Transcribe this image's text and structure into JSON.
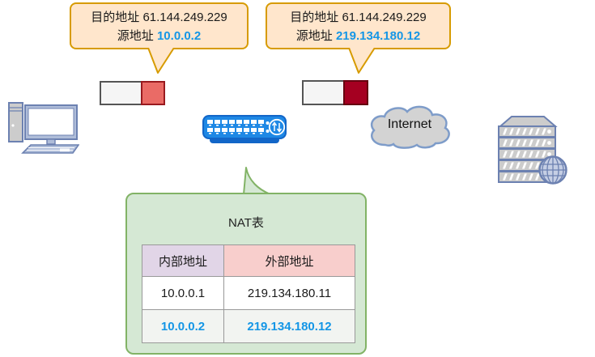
{
  "callouts": {
    "left": {
      "line1": "目的地址 61.144.249.229",
      "line2_label": "源地址 ",
      "line2_value": "10.0.0.2"
    },
    "right": {
      "line1": "目的地址 61.144.249.229",
      "line2_label": "源地址 ",
      "line2_value": "219.134.180.12"
    }
  },
  "internet": {
    "label": "Internet"
  },
  "nat_table": {
    "title": "NAT表",
    "headers": {
      "internal": "内部地址",
      "external": "外部地址"
    },
    "rows": [
      {
        "internal": "10.0.0.1",
        "external": "219.134.180.11",
        "highlight": false
      },
      {
        "internal": "10.0.0.2",
        "external": "219.134.180.12",
        "highlight": true
      }
    ]
  },
  "icons": {
    "desktop": "desktop-computer-icon",
    "router": "router-switch-icon",
    "cloud": "internet-cloud-icon",
    "server": "web-server-rack-icon",
    "globe": "globe-icon",
    "nat_arrows": "bidirectional-arrows-icon"
  },
  "colors": {
    "callout_fill": "#FFE6CC",
    "callout_border": "#D79B00",
    "panel_fill": "#D5E8D4",
    "panel_border": "#82B366",
    "header_internal_bg": "#E1D5E7",
    "header_external_bg": "#F8CECC",
    "packet_header_fill": "#F5F5F5",
    "packet_header_border": "#555555",
    "packet_lan_red": "#EA6B66",
    "packet_lan_red_border": "#991A1F",
    "packet_wan_red": "#A50021",
    "packet_wan_red_border": "#66000F",
    "highlight_blue": "#1496E6",
    "router_blue": "#1E88E5",
    "router_blue_dark": "#1266C8",
    "icon_stroke": "#6C81B1",
    "icon_fill": "#CCCCCC",
    "cloud_fill": "#D3D3D3",
    "cloud_stroke": "#7E9CC9",
    "table_border": "#999999",
    "highlight_row_bg": "#F2F4F1"
  }
}
